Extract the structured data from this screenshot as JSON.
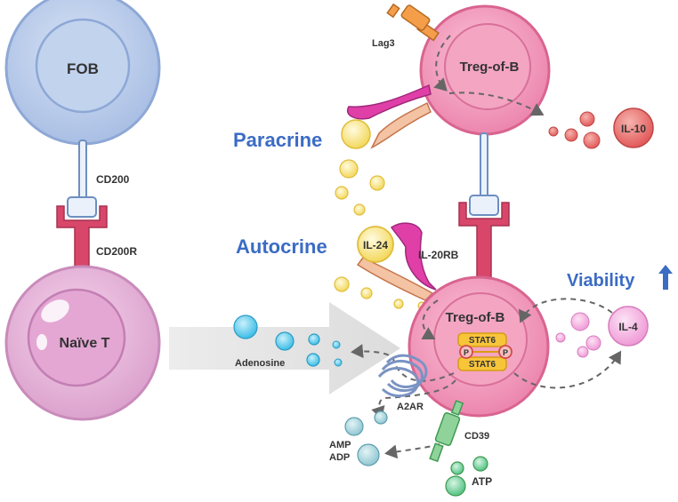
{
  "cells": {
    "fob": "FOB",
    "naive_t": "Naïve T",
    "treg_top": "Treg-of-B",
    "treg_bottom": "Treg-of-B"
  },
  "receptors": {
    "cd200": "CD200",
    "cd200r": "CD200R",
    "lag3": "Lag3",
    "il20rb": "IL-20RB",
    "a2ar": "A2AR",
    "cd39": "CD39"
  },
  "molecules": {
    "il10": "IL-10",
    "il24": "IL-24",
    "il4": "IL-4",
    "adenosine": "Adenosine",
    "amp": "AMP",
    "adp": "ADP",
    "atp": "ATP",
    "stat6_top": "STAT6",
    "stat6_bottom": "STAT6",
    "phospho_left": "P",
    "phospho_right": "P"
  },
  "headings": {
    "paracrine": "Paracrine",
    "autocrine": "Autocrine",
    "viability": "Viability"
  },
  "colors": {
    "fob": "#aec3e6",
    "naive": "#e9b5d9",
    "treg": "#ee8fb4",
    "il24": "#f7e27a",
    "il10": "#e46a6a",
    "il4": "#f3a6dc",
    "adenosine": "#56c8ea",
    "amp": "#9fcfd8",
    "atp": "#6dcf94",
    "heading": "#3b6cc4"
  }
}
